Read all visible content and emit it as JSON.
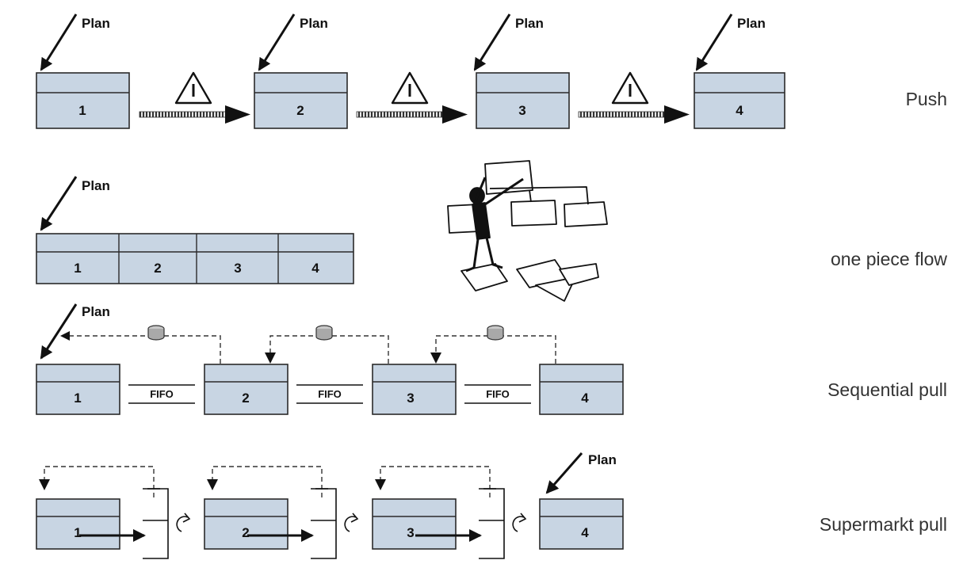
{
  "plan_label": "Plan",
  "fifo_label": "FIFO",
  "rows": {
    "push": {
      "label": "Push",
      "steps": [
        "1",
        "2",
        "3",
        "4"
      ]
    },
    "one_piece_flow": {
      "label": "one piece flow",
      "steps": [
        "1",
        "2",
        "3",
        "4"
      ]
    },
    "sequential_pull": {
      "label": "Sequential pull",
      "steps": [
        "1",
        "2",
        "3",
        "4"
      ]
    },
    "supermarkt_pull": {
      "label": "Supermarkt pull",
      "steps": [
        "1",
        "2",
        "3",
        "4"
      ]
    }
  },
  "colors": {
    "box_fill": "#c8d5e3",
    "stroke": "#2a2a2a",
    "kanban": "#a9a9a9"
  },
  "icons": [
    "plan-arrow-icon",
    "warning-triangle-icon",
    "push-arrow-icon",
    "kanban-card-icon",
    "supermarket-loop-icon",
    "person-with-papers-icon"
  ]
}
